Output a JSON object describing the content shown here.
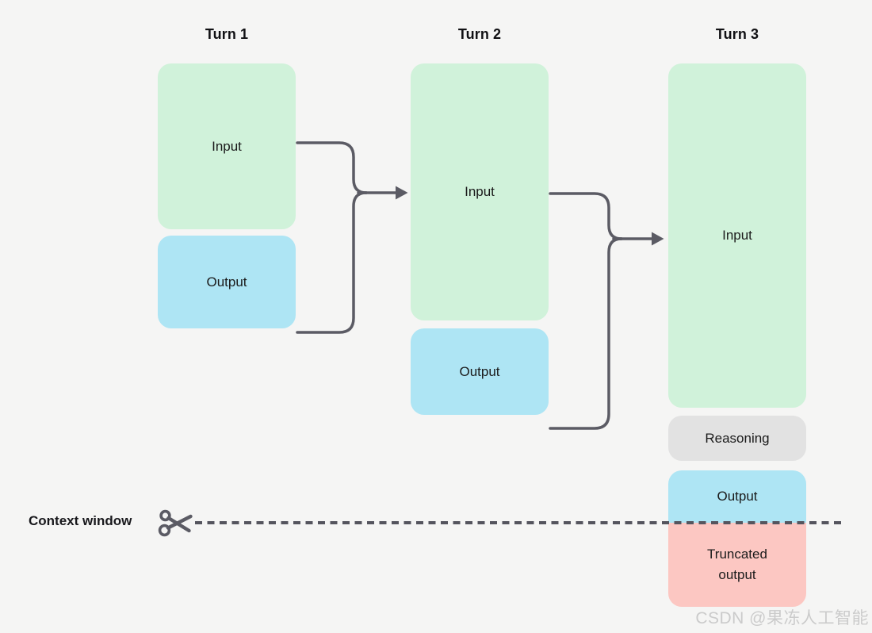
{
  "colors": {
    "bg": "#f5f5f4",
    "input": "#d0f2da",
    "output": "#aee5f4",
    "reasoning": "#e2e2e2",
    "truncated": "#fcc7c2",
    "connector": "#5b5b64",
    "dashed": "#55555e",
    "title_text": "#111114",
    "label_text": "#1b1b1b",
    "watermark_text": "#cbcbcb"
  },
  "columns": [
    {
      "title": "Turn 1",
      "boxes": [
        {
          "label": "Input"
        },
        {
          "label": "Output"
        }
      ]
    },
    {
      "title": "Turn 2",
      "boxes": [
        {
          "label": "Input"
        },
        {
          "label": "Output"
        }
      ]
    },
    {
      "title": "Turn 3",
      "boxes": [
        {
          "label": "Input"
        },
        {
          "label": "Reasoning"
        },
        {
          "label": "Output"
        },
        {
          "label": "Truncated output"
        }
      ]
    }
  ],
  "context_window": {
    "label": "Context window",
    "icon": "scissors-icon"
  },
  "watermark": "CSDN @果冻人工智能"
}
